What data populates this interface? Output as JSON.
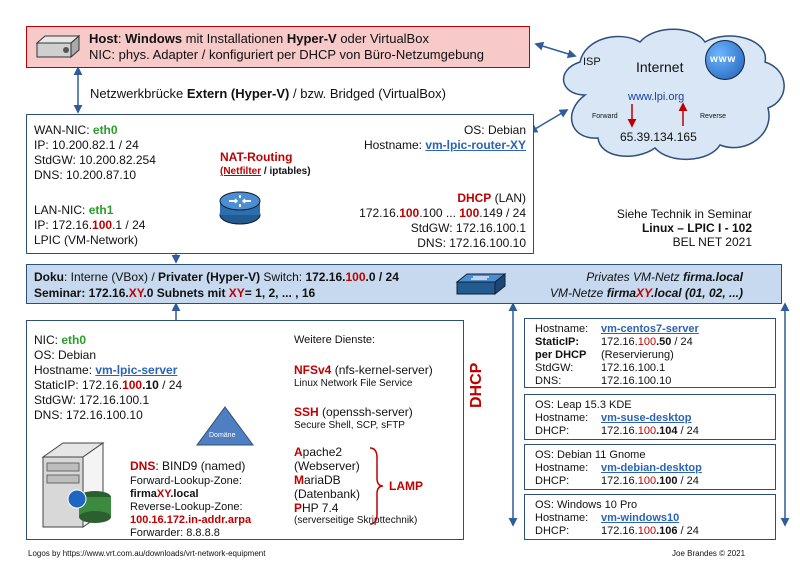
{
  "host": {
    "line1": {
      "a": "Host",
      "b": ": ",
      "c": "Windows",
      "d": " mit Installationen ",
      "e": "Hyper-V",
      "f": " oder VirtualBox"
    },
    "line2": "NIC:  phys. Adapter / konfiguriert per DHCP von Büro-Netzumgebung"
  },
  "bridge_label": {
    "a": "Netzwerkbrücke ",
    "b": "Extern (Hyper-V)",
    "c": " / bzw. Bridged (VirtualBox)"
  },
  "internet": {
    "isp": "ISP",
    "title": "Internet",
    "url": "www.lpi.org",
    "forward": "Forward",
    "reverse": "Reverse",
    "ip": "65.39.134.165",
    "globe": "www"
  },
  "router": {
    "wan_nic": {
      "a": "WAN-NIC: ",
      "b": "eth0"
    },
    "wan_ip": "IP: 10.200.82.1 / 24",
    "wan_gw": "StdGW: 10.200.82.254",
    "wan_dns": "DNS: 10.200.87.10",
    "lan_nic": {
      "a": "LAN-NIC: ",
      "b": "eth1"
    },
    "lan_ip": {
      "a": "IP: 172.16.",
      "b": "100",
      "c": ".1 / 24"
    },
    "lan_net": "LPIC (VM-Network)",
    "os": "OS: Debian",
    "hostname_label": "Hostname: ",
    "hostname": "vm-lpic-router-XY",
    "nat_title": "NAT-Routing",
    "nat_sub": {
      "a": "(Netfilter",
      "b": " / iptables)"
    },
    "dhcp": {
      "a": "DHCP",
      "b": " (LAN)"
    },
    "dhcp_range": {
      "a": "172.16.",
      "b": "100",
      "c": ".100 ... ",
      "d": "100",
      "e": ".149 / 24"
    },
    "dhcp_gw": "StdGW: 172.16.100.1",
    "dhcp_dns": "DNS: 172.16.100.10"
  },
  "seminar_info": {
    "line1": "Siehe Technik in Seminar",
    "line2": "Linux – LPIC I - 102",
    "line3": "BEL NET 2021"
  },
  "switchbar": {
    "l1": {
      "a": "Doku",
      "b": ": Interne (VBox) / ",
      "c": "Privater (Hyper-V)",
      "d": " Switch:  ",
      "e": "172.16.",
      "f": "100",
      "g": ".0 / 24"
    },
    "l2": {
      "a": "Seminar: 172.16.",
      "b": "XY",
      "c": ".0  ",
      "d": "Subnets mit ",
      "e": "XY",
      "f": "= 1, 2, ... , 16"
    },
    "r1": {
      "a": "Privates VM-Netz ",
      "b": "firma.local"
    },
    "r2": {
      "a": "VM-Netze ",
      "b": "firma",
      "c": "XY",
      "d": ".local (01, 02, ...)"
    }
  },
  "server": {
    "nic": {
      "a": "NIC: ",
      "b": "eth0"
    },
    "os": "OS: Debian",
    "hostname_label": "Hostname: ",
    "hostname": "vm-lpic-server",
    "static": {
      "a": "StaticIP: 172.16.",
      "b": "100",
      "c": ".10",
      "d": " / 24"
    },
    "gw": "StdGW: 172.16.100.1",
    "dns": "DNS: 172.16.100.10",
    "domain": "Domäne",
    "dns_service": {
      "a": "DNS",
      "b": ": BIND9 (named)"
    },
    "fwd_zone": "Forward-Lookup-Zone:",
    "fwd_val": {
      "a": "firma",
      "b": "XY",
      "c": ".local"
    },
    "rev_zone": "Reverse-Lookup-Zone:",
    "rev_val": "100.16.172.in-addr.arpa",
    "forwarder": "Forwarder: 8.8.8.8",
    "services_title": "Weitere Dienste:",
    "nfs": {
      "a": "NFSv4",
      "b": " (nfs-kernel-server)"
    },
    "nfs_sub": "Linux Network File Service",
    "ssh": {
      "a": "SSH",
      "b": " (openssh-server)"
    },
    "ssh_sub": "Secure Shell, SCP, sFTP",
    "lamp": [
      {
        "a": "A",
        "b": "pache2"
      },
      {
        "a": "",
        "b": "(Webserver)"
      },
      {
        "a": "M",
        "b": "ariaDB"
      },
      {
        "a": "",
        "b": "(Datenbank)"
      },
      {
        "a": "P",
        "b": "HP 7.4"
      },
      {
        "a": "",
        "b": "(serverseitige Skripttechnik)"
      }
    ],
    "lamp_label": "LAMP"
  },
  "dhcp_vertical": "DHCP",
  "clients": [
    {
      "rows": [
        {
          "k": "Hostname:",
          "v": "vm-centos7-server",
          "type": "link"
        },
        {
          "k": "StaticIP:",
          "kb": true,
          "v": "172.16.",
          "r": "100",
          "v2": ".50",
          "bold2": true,
          "v3": " / 24"
        },
        {
          "k": "per DHCP",
          "kb": true,
          "v": "(Reservierung)"
        },
        {
          "k": "StdGW:",
          "v": "172.16.100.1"
        },
        {
          "k": "DNS:",
          "v": "172.16.100.10"
        }
      ]
    },
    {
      "os": "OS: Leap 15.3 KDE",
      "rows": [
        {
          "k": "Hostname:",
          "v": "vm-suse-desktop",
          "type": "link"
        },
        {
          "k": "DHCP:",
          "v": "172.16.",
          "r": "100",
          "v2": ".104",
          "bold2": true,
          "v3": " / 24"
        }
      ]
    },
    {
      "os": "OS: Debian 11 Gnome",
      "rows": [
        {
          "k": "Hostname:",
          "v": "vm-debian-desktop",
          "type": "link"
        },
        {
          "k": "DHCP:",
          "v": "172.16.",
          "r": "100",
          "v2": ".100",
          "bold2": true,
          "v3": " / 24"
        }
      ]
    },
    {
      "os": "OS: Windows 10 Pro",
      "rows": [
        {
          "k": "Hostname:",
          "v": "vm-windows10",
          "type": "link"
        },
        {
          "k": "DHCP:",
          "v": "172.16.",
          "r": "100",
          "v2": ".106",
          "bold2": true,
          "v3": " / 24"
        }
      ]
    }
  ],
  "footer": {
    "left": "Logos by https://www.vrt.com.au/downloads/vrt-network-equipment",
    "right": "Joe Brandes © 2021"
  },
  "colors": {
    "host_bg": "#f7c9c9",
    "host_border": "#c00000",
    "switch_bg": "#c7d9ef",
    "box_border": "#2e4f7a",
    "red": "#c00000",
    "green": "#2a9d2a",
    "link": "#2b63b5",
    "cloud": "#d9e6f5"
  }
}
